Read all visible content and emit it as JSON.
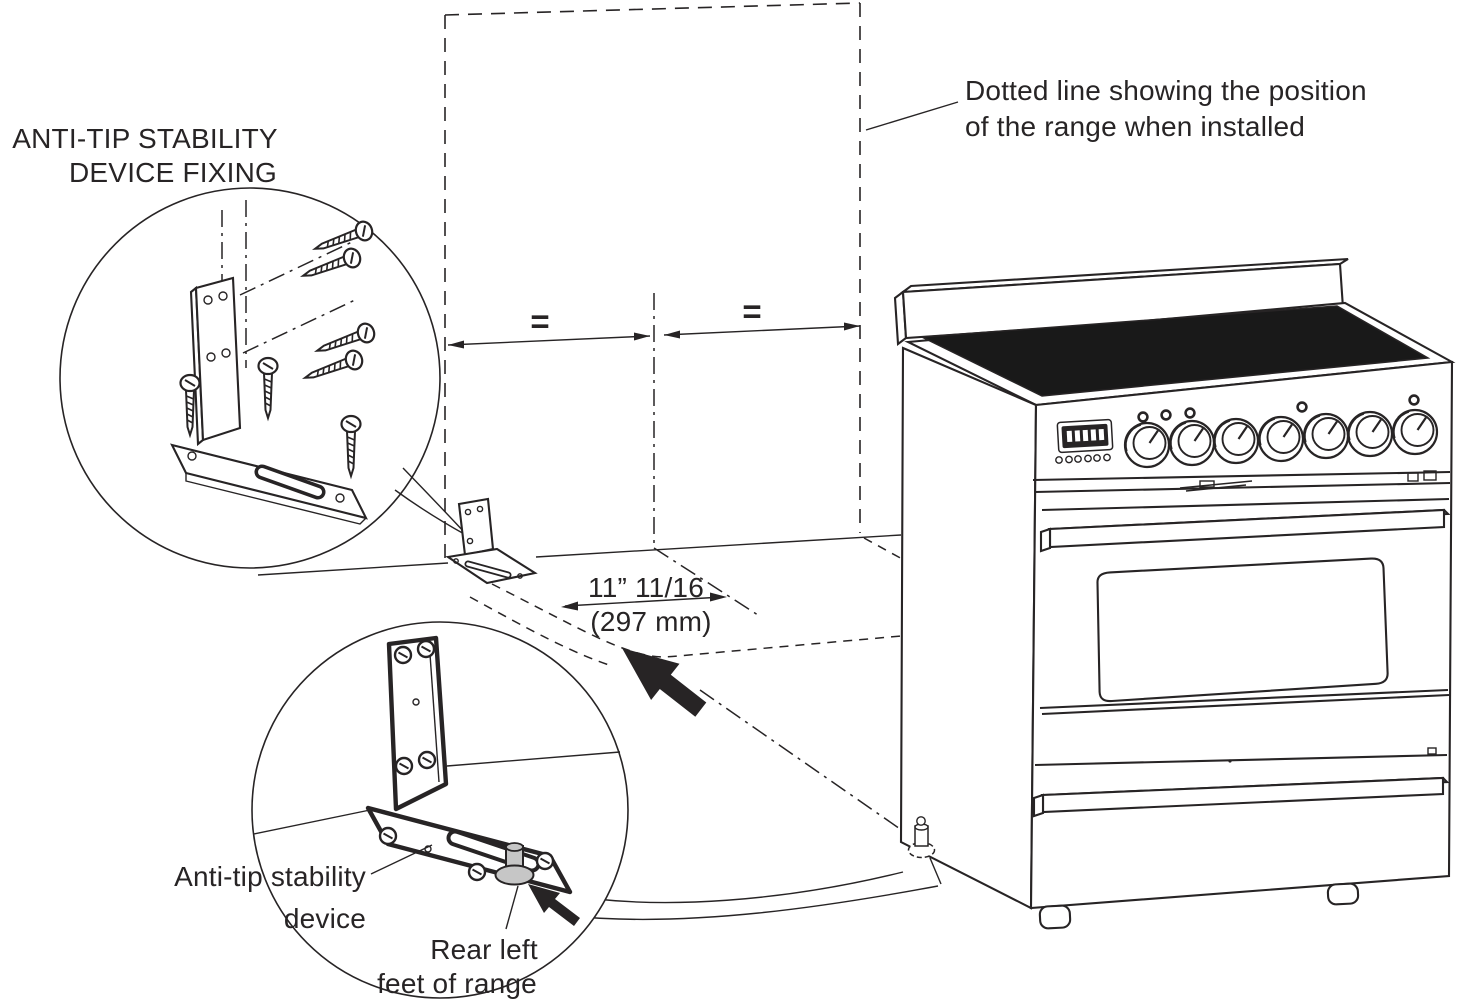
{
  "figure": {
    "title_line1": "ANTI-TIP STABILITY",
    "title_line2": "DEVICE FIXING",
    "note_line1": "Dotted line showing the position",
    "note_line2": "of the range when installed",
    "equal_symbol_left": "=",
    "equal_symbol_right": "=",
    "dimension_line1": "11” 11/16",
    "dimension_line2": "(297 mm)",
    "label_anti_tip_line1": "Anti-tip stability",
    "label_anti_tip_line2": "device",
    "label_rear_feet_line1": "Rear left",
    "label_rear_feet_line2": "feet of range"
  },
  "colors": {
    "line": "#272425",
    "background": "#ffffff",
    "foot_gray": "#c6c6c6",
    "glass_black": "#191919"
  }
}
